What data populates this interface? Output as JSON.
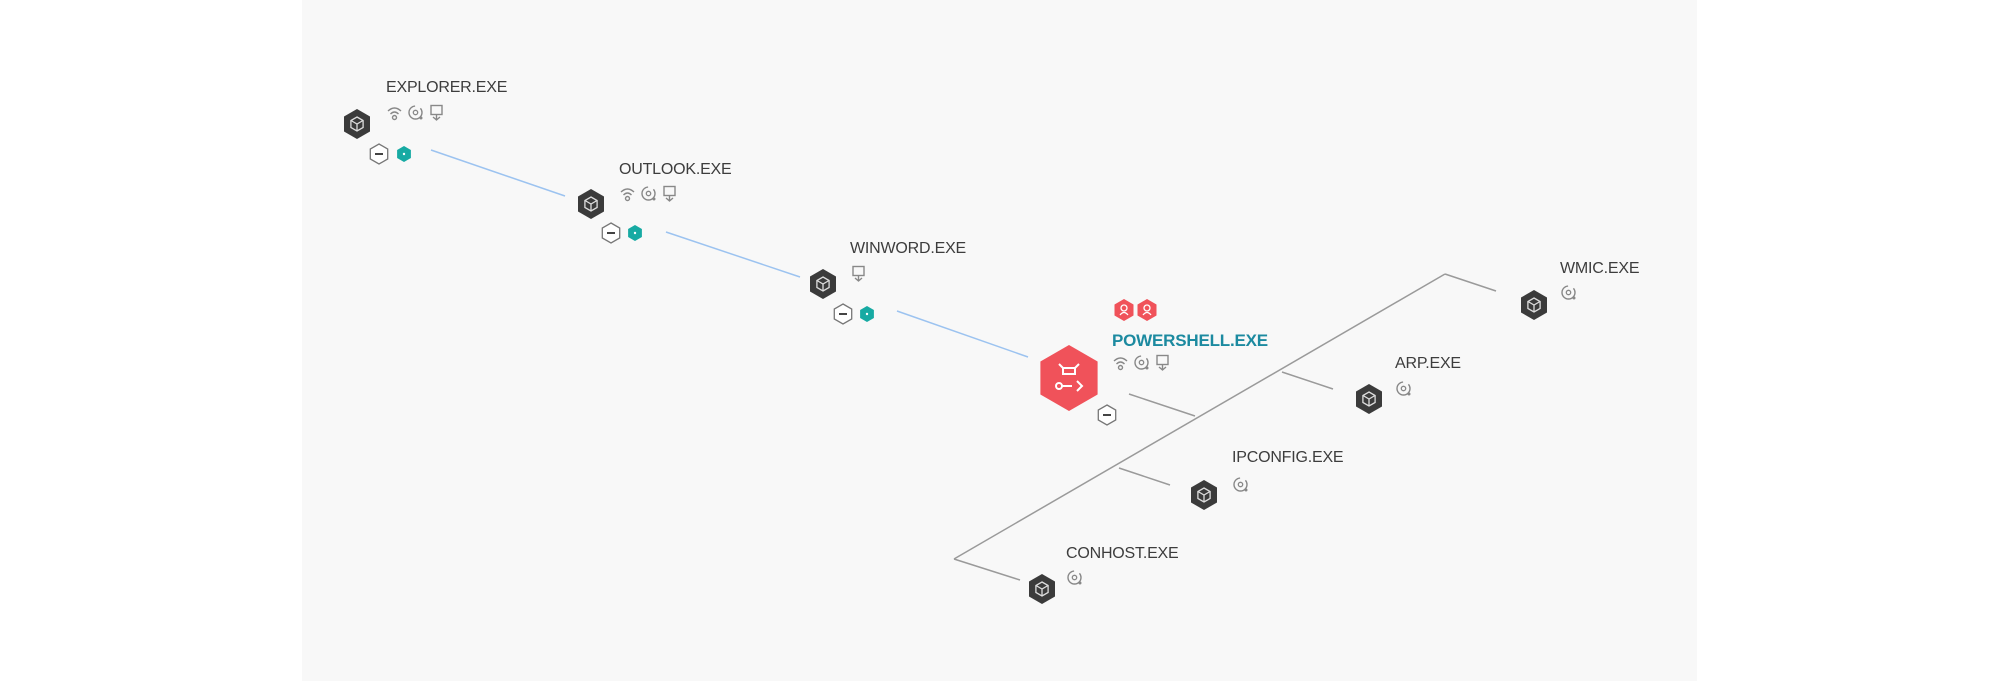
{
  "colors": {
    "accent": "#1c8aa0",
    "alert": "#f0525a",
    "teal": "#17aaa3",
    "edge_active": "#9cc3f0",
    "edge": "#9a9a9a",
    "node": "#3b3b3b"
  },
  "nodes": [
    {
      "name": "EXPLORER.EXE",
      "icons": [
        "wifi-icon",
        "target-icon",
        "monitor-icon"
      ],
      "controls": [
        "collapse",
        "expand"
      ]
    },
    {
      "name": "OUTLOOK.EXE",
      "icons": [
        "wifi-icon",
        "target-icon",
        "monitor-icon"
      ],
      "controls": [
        "collapse",
        "expand"
      ]
    },
    {
      "name": "WINWORD.EXE",
      "icons": [
        "monitor-icon"
      ],
      "controls": [
        "collapse",
        "expand"
      ]
    },
    {
      "name": "POWERSHELL.EXE",
      "icons": [
        "wifi-icon",
        "target-icon",
        "monitor-icon"
      ],
      "controls": [
        "collapse"
      ],
      "selected": true,
      "alerts": [
        "user-alert-icon",
        "network-alert-icon"
      ]
    },
    {
      "name": "WMIC.EXE",
      "icons": [
        "target-icon"
      ]
    },
    {
      "name": "ARP.EXE",
      "icons": [
        "target-icon"
      ]
    },
    {
      "name": "IPCONFIG.EXE",
      "icons": [
        "target-icon"
      ]
    },
    {
      "name": "CONHOST.EXE",
      "icons": [
        "target-icon"
      ]
    }
  ]
}
